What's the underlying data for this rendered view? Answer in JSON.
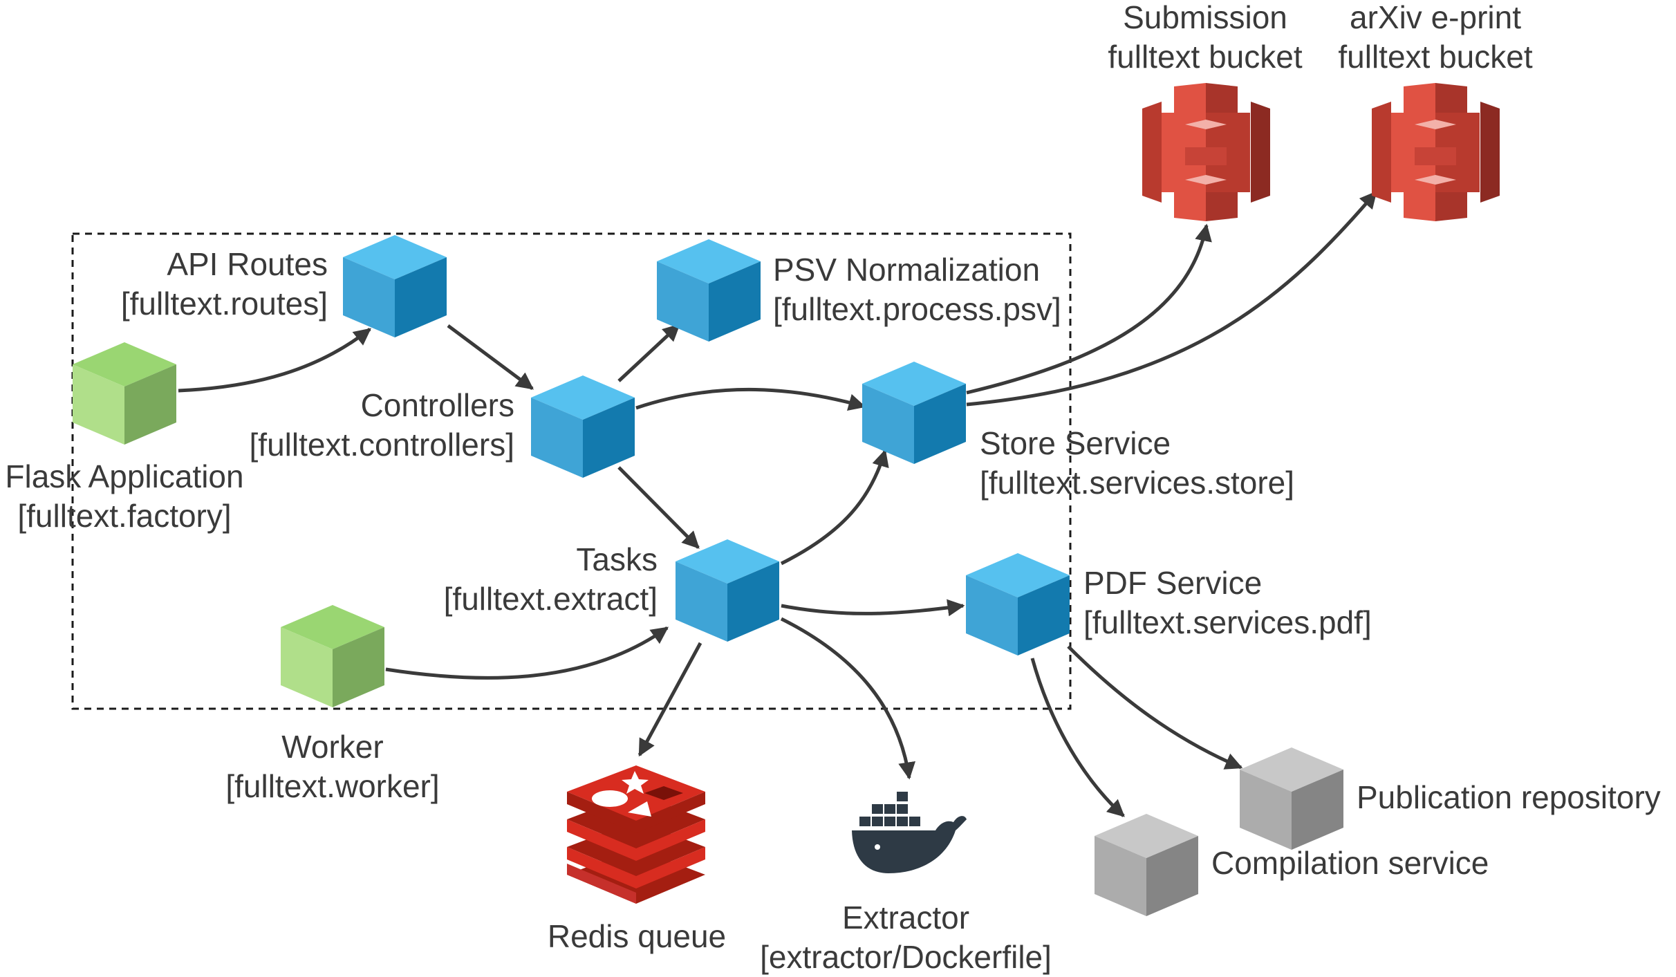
{
  "colors": {
    "module_cube": "#1a8fc9",
    "entry_cube": "#97cf6f",
    "external_cube": "#a3a3a3",
    "s3_bucket": "#e05243",
    "redis": "#d82c20",
    "docker": "#2e3a45",
    "arrow": "#3a3a3a",
    "boundary": "#1a1a1a"
  },
  "nodes": {
    "api_routes": {
      "line1": "API Routes",
      "line2": "[fulltext.routes]"
    },
    "psv": {
      "line1": "PSV Normalization",
      "line2": "[fulltext.process.psv]"
    },
    "controllers": {
      "line1": "Controllers",
      "line2": "[fulltext.controllers]"
    },
    "flask": {
      "line1": "Flask Application",
      "line2": "[fulltext.factory]"
    },
    "store": {
      "line1": "Store Service",
      "line2": "[fulltext.services.store]"
    },
    "tasks": {
      "line1": "Tasks",
      "line2": "[fulltext.extract]"
    },
    "pdf": {
      "line1": "PDF Service",
      "line2": "[fulltext.services.pdf]"
    },
    "worker": {
      "line1": "Worker",
      "line2": "[fulltext.worker]"
    },
    "redis": {
      "line1": "Redis queue"
    },
    "extractor": {
      "line1": "Extractor",
      "line2": "[extractor/Dockerfile]"
    },
    "publication": {
      "line1": "Publication repository"
    },
    "compilation": {
      "line1": "Compilation service"
    },
    "submission_bucket": {
      "line1": "Submission",
      "line2": "fulltext bucket"
    },
    "arxiv_bucket": {
      "line1": "arXiv e-print",
      "line2": "fulltext bucket"
    }
  },
  "icons": {
    "redis": "redis-logo-icon",
    "docker": "docker-whale-icon",
    "s3": "s3-bucket-icon"
  }
}
